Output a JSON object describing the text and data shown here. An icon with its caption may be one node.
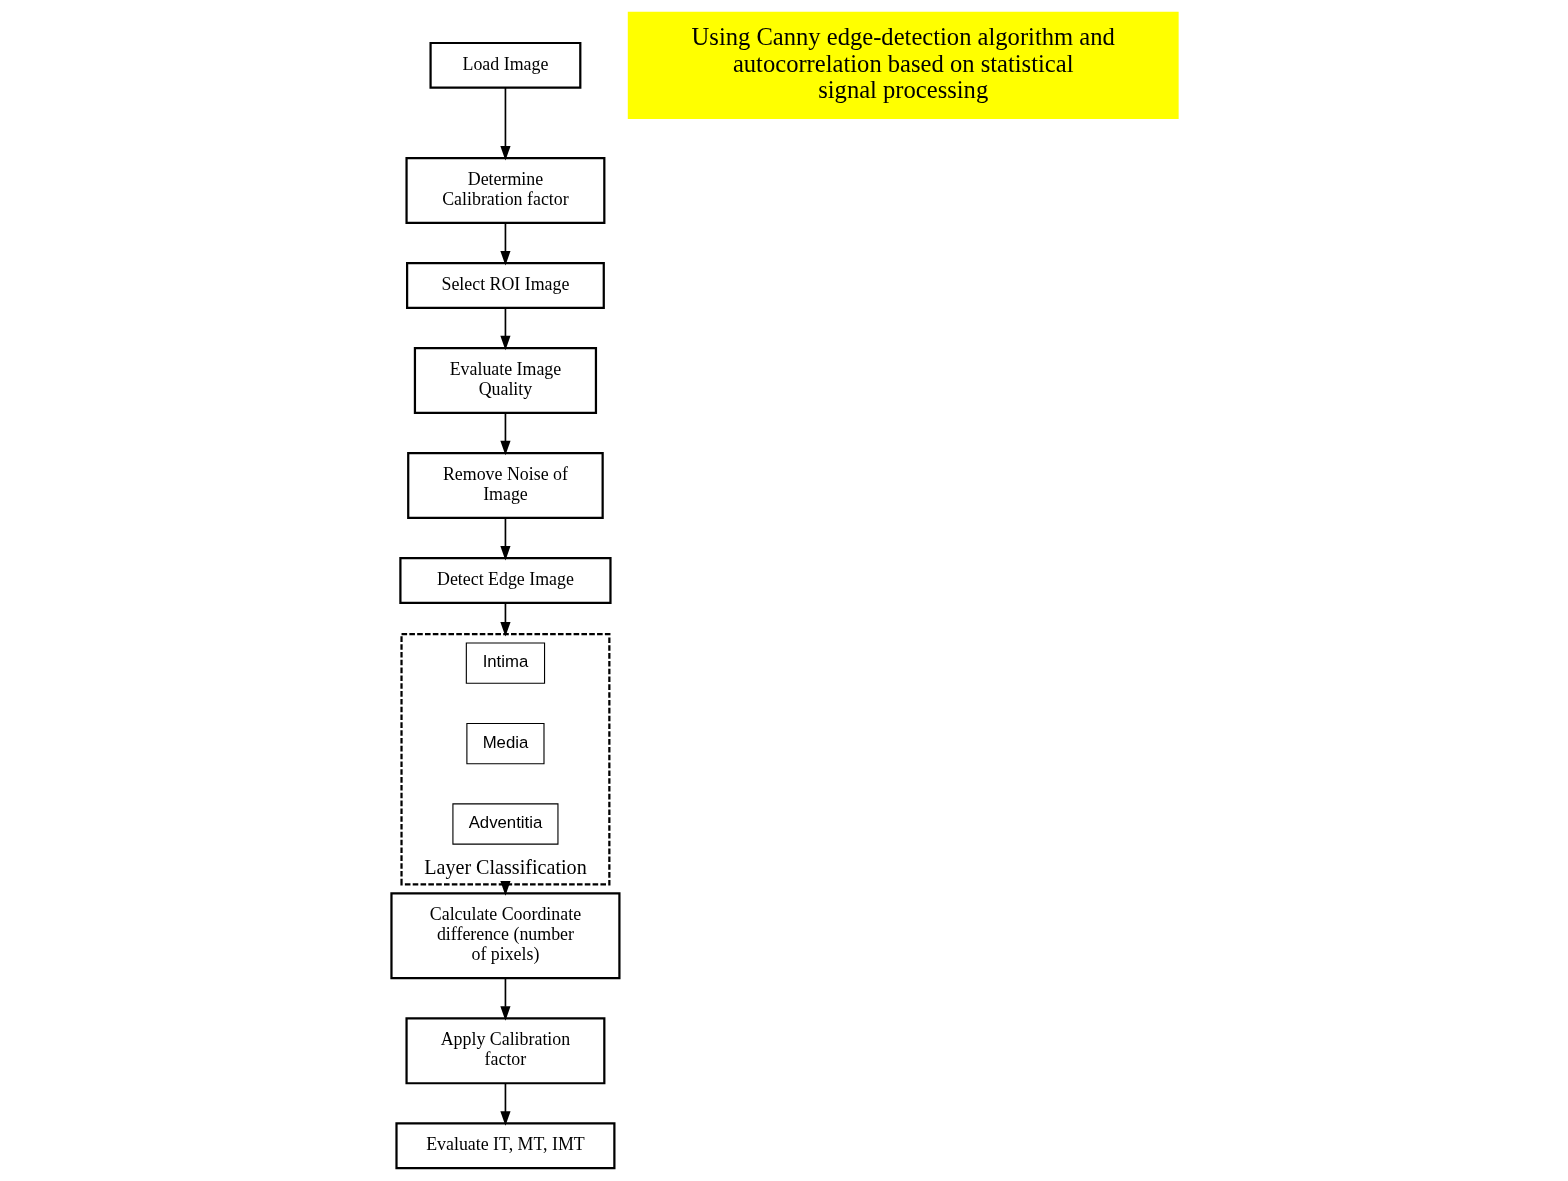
{
  "diagram": {
    "nodes": [
      {
        "text": [
          "Load Image"
        ]
      },
      {
        "text": [
          "Determine Calibration factor"
        ]
      },
      {
        "text": [
          "Select ROI Image"
        ]
      },
      {
        "text": [
          "Evaluate Image Quality"
        ]
      },
      {
        "text": [
          "Remove Noise of Image"
        ]
      },
      {
        "text": [
          "Detect Edge Image"
        ]
      },
      {
        "text": [
          "Layer Classification"
        ]
      },
      {
        "text": [
          "Intima"
        ],
        "in": 6
      },
      {
        "text": [
          "Media"
        ],
        "in": 6
      },
      {
        "text": [
          "Adventitia"
        ],
        "in": 6
      },
      {
        "text": [
          "Calculate Coordinate difference (number of pixels)"
        ]
      },
      {
        "text": [
          "Apply Calibration factor"
        ]
      },
      {
        "text": [
          "Evaluate IT, MT, IMT"
        ]
      },
      {
        "text": [
          "Using Canny edge-detection algorithm and autocorrelation based on statistical signal processing"
        ]
      }
    ],
    "edges": [
      {
        "from": 0,
        "to": 1,
        "arrow": "to"
      },
      {
        "from": 1,
        "to": 2,
        "arrow": "to"
      },
      {
        "from": 2,
        "to": 3,
        "arrow": "to"
      },
      {
        "from": 3,
        "to": 4,
        "arrow": "to"
      },
      {
        "from": 4,
        "to": 5,
        "arrow": "to"
      },
      {
        "from": 5,
        "to": 6,
        "arrow": "to"
      },
      {
        "from": 6,
        "to": 10,
        "arrow": "to"
      },
      {
        "from": 10,
        "to": 11,
        "arrow": "to"
      },
      {
        "from": 11,
        "to": 12,
        "arrow": "to"
      }
    ]
  }
}
